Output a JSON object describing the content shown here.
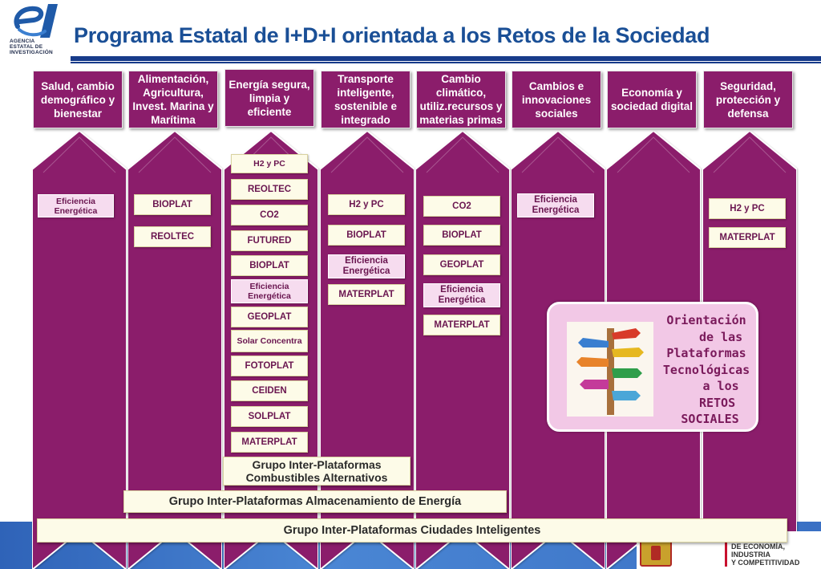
{
  "header": {
    "logo_letter": "e",
    "logo_text_lines": [
      "AGENCIA",
      "ESTATAL DE",
      "INVESTIGACIÓN"
    ],
    "title": "Programa Estatal de I+D+I orientada a los Retos de la Sociedad"
  },
  "colors": {
    "title_blue": "#1a4f96",
    "column_purple": "#8b1d6b",
    "box_cream": "#fdfbe8",
    "box_pink": "#f6dcef",
    "callout_pink": "#f2c8e6"
  },
  "columns": [
    {
      "title": "Salud, cambio demográfico y bienestar",
      "items": [
        "Eficiencia Energética"
      ]
    },
    {
      "title": "Alimentación, Agricultura, Invest. Marina y Marítima",
      "items": [
        "BIOPLAT",
        "REOLTEC"
      ]
    },
    {
      "title": "Energía segura, limpia y eficiente",
      "items": [
        "H2 y PC",
        "REOLTEC",
        "CO2",
        "FUTURED",
        "BIOPLAT",
        "Eficiencia Energética",
        "GEOPLAT",
        "Solar Concentra",
        "FOTOPLAT",
        "CEIDEN",
        "SOLPLAT",
        "MATERPLAT"
      ]
    },
    {
      "title": "Transporte inteligente, sostenible e integrado",
      "items": [
        "H2 y PC",
        "BIOPLAT",
        "Eficiencia Energética",
        "MATERPLAT"
      ]
    },
    {
      "title": "Cambio climático, utiliz.recursos y materias primas",
      "items": [
        "CO2",
        "BIOPLAT",
        "GEOPLAT",
        "Eficiencia Energética",
        "MATERPLAT"
      ]
    },
    {
      "title": "Cambios e innovaciones sociales",
      "items": [
        "Eficiencia Energética"
      ]
    },
    {
      "title": "Economía y sociedad digital",
      "items": []
    },
    {
      "title": "Seguridad, protección y defensa",
      "items": [
        "H2 y PC",
        "MATERPLAT"
      ]
    }
  ],
  "groups": {
    "combustibles": "Grupo Inter-Plataformas Combustibles Alternativos",
    "almacenamiento": "Grupo Inter-Plataformas Almacenamiento de Energía",
    "ciudades": "Grupo Inter-Plataformas Ciudades Inteligentes"
  },
  "callout": {
    "text": "Orientación\n    de las\nPlataformas\nTecnológicas\n    a los\n   RETOS\n SOCIALES",
    "image": "signpost-illustration"
  },
  "footer": {
    "ministry_text": "DE ECONOMÍA, INDUSTRIA\nY COMPETITIVIDAD"
  }
}
